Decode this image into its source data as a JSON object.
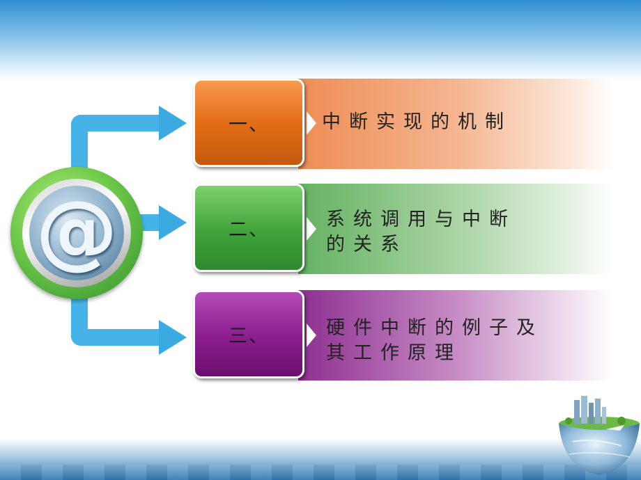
{
  "slide": {
    "emblem": {
      "icon": "at-sign-icon",
      "glyph": "@",
      "colors": {
        "ring": "#5fbf47",
        "face": "#7fa4c4"
      }
    },
    "items": [
      {
        "number": "一、",
        "topic_line1": "中断实现的机制",
        "topic_line2": "",
        "color": "#e36d17"
      },
      {
        "number": "二、",
        "topic_line1": "系统调用与中断",
        "topic_line2": "的关系",
        "color": "#3fa33a"
      },
      {
        "number": "三、",
        "topic_line1": "硬件中断的例子及",
        "topic_line2": "其工作原理",
        "color": "#8a1c8d"
      }
    ],
    "colors": {
      "arrow": "#3aaae1",
      "header_band": "#2f8fd0"
    },
    "decoration": {
      "corner_image": "globe-city-icon"
    }
  }
}
